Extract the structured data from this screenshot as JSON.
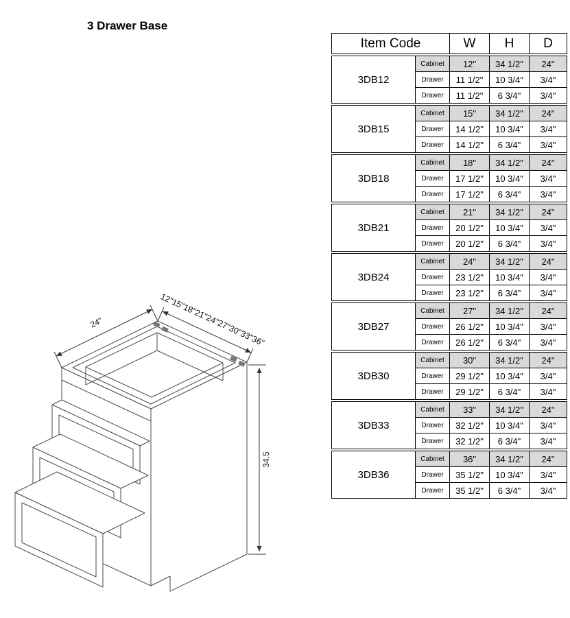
{
  "page": {
    "title": "3 Drawer Base"
  },
  "drawing": {
    "depth_label": "24\"",
    "width_labels": "12\"15\"18\"21\"24\"27\"30\"33\"36\"",
    "height_label": "34.5"
  },
  "table": {
    "shade_color": "#d9d9d9",
    "headers": {
      "item_code": "Item Code",
      "w": "W",
      "h": "H",
      "d": "D"
    },
    "groups": [
      {
        "code": "3DB12",
        "rows": [
          {
            "label": "Cabinet",
            "w": "12\"",
            "h": "34 1/2\"",
            "d": "24\""
          },
          {
            "label": "Drawer",
            "w": "11 1/2\"",
            "h": "10 3/4\"",
            "d": "3/4\""
          },
          {
            "label": "Drawer",
            "w": "11 1/2\"",
            "h": "6 3/4\"",
            "d": "3/4\""
          }
        ]
      },
      {
        "code": "3DB15",
        "rows": [
          {
            "label": "Cabinet",
            "w": "15\"",
            "h": "34 1/2\"",
            "d": "24\""
          },
          {
            "label": "Drawer",
            "w": "14 1/2\"",
            "h": "10 3/4\"",
            "d": "3/4\""
          },
          {
            "label": "Drawer",
            "w": "14 1/2\"",
            "h": "6 3/4\"",
            "d": "3/4\""
          }
        ]
      },
      {
        "code": "3DB18",
        "rows": [
          {
            "label": "Cabinet",
            "w": "18\"",
            "h": "34 1/2\"",
            "d": "24\""
          },
          {
            "label": "Drawer",
            "w": "17 1/2\"",
            "h": "10 3/4\"",
            "d": "3/4\""
          },
          {
            "label": "Drawer",
            "w": "17 1/2\"",
            "h": "6 3/4\"",
            "d": "3/4\""
          }
        ]
      },
      {
        "code": "3DB21",
        "rows": [
          {
            "label": "Cabinet",
            "w": "21\"",
            "h": "34 1/2\"",
            "d": "24\""
          },
          {
            "label": "Drawer",
            "w": "20 1/2\"",
            "h": "10 3/4\"",
            "d": "3/4\""
          },
          {
            "label": "Drawer",
            "w": "20 1/2\"",
            "h": "6 3/4\"",
            "d": "3/4\""
          }
        ]
      },
      {
        "code": "3DB24",
        "rows": [
          {
            "label": "Cabinet",
            "w": "24\"",
            "h": "34 1/2\"",
            "d": "24\""
          },
          {
            "label": "Drawer",
            "w": "23 1/2\"",
            "h": "10 3/4\"",
            "d": "3/4\""
          },
          {
            "label": "Drawer",
            "w": "23 1/2\"",
            "h": "6 3/4\"",
            "d": "3/4\""
          }
        ]
      },
      {
        "code": "3DB27",
        "rows": [
          {
            "label": "Cabinet",
            "w": "27\"",
            "h": "34 1/2\"",
            "d": "24\""
          },
          {
            "label": "Drawer",
            "w": "26 1/2\"",
            "h": "10 3/4\"",
            "d": "3/4\""
          },
          {
            "label": "Drawer",
            "w": "26 1/2\"",
            "h": "6 3/4\"",
            "d": "3/4\""
          }
        ]
      },
      {
        "code": "3DB30",
        "rows": [
          {
            "label": "Cabinet",
            "w": "30\"",
            "h": "34 1/2\"",
            "d": "24\""
          },
          {
            "label": "Drawer",
            "w": "29 1/2\"",
            "h": "10 3/4\"",
            "d": "3/4\""
          },
          {
            "label": "Drawer",
            "w": "29 1/2\"",
            "h": "6 3/4\"",
            "d": "3/4\""
          }
        ]
      },
      {
        "code": "3DB33",
        "rows": [
          {
            "label": "Cabinet",
            "w": "33\"",
            "h": "34 1/2\"",
            "d": "24\""
          },
          {
            "label": "Drawer",
            "w": "32 1/2\"",
            "h": "10 3/4\"",
            "d": "3/4\""
          },
          {
            "label": "Drawer",
            "w": "32 1/2\"",
            "h": "6 3/4\"",
            "d": "3/4\""
          }
        ]
      },
      {
        "code": "3DB36",
        "rows": [
          {
            "label": "Cabinet",
            "w": "36\"",
            "h": "34 1/2\"",
            "d": "24\""
          },
          {
            "label": "Drawer",
            "w": "35 1/2\"",
            "h": "10 3/4\"",
            "d": "3/4\""
          },
          {
            "label": "Drawer",
            "w": "35 1/2\"",
            "h": "6 3/4\"",
            "d": "3/4\""
          }
        ]
      }
    ]
  }
}
